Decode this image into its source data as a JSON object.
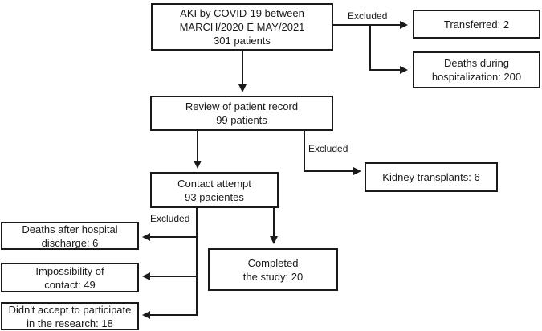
{
  "colors": {
    "line": "#1a1a1a",
    "text": "#1a1a1a",
    "box_background": "#ffffff"
  },
  "boxes": {
    "initial": {
      "lines": [
        "AKI by COVID-19 between",
        "MARCH/2020 E MAY/2021",
        "301 patients"
      ]
    },
    "transferred": {
      "lines": [
        "Transferred: 2"
      ]
    },
    "deaths_hospitalization": {
      "lines": [
        "Deaths during",
        "hospitalization: 200"
      ]
    },
    "review": {
      "lines": [
        "Review of patient record",
        "99 patients"
      ]
    },
    "kidney_transplants": {
      "lines": [
        "Kidney transplants: 6"
      ]
    },
    "contact_attempt": {
      "lines": [
        "Contact attempt",
        "93 pacientes"
      ]
    },
    "deaths_discharge": {
      "lines": [
        "Deaths after hospital",
        "discharge: 6"
      ]
    },
    "impossibility_contact": {
      "lines": [
        "Impossibility of",
        "contact: 49"
      ]
    },
    "didnt_accept": {
      "lines": [
        "Didn't accept to participate",
        "in the research: 18"
      ]
    },
    "completed": {
      "lines": [
        "Completed",
        "the study: 20"
      ]
    }
  },
  "labels": {
    "excluded_transferred": "Excluded",
    "excluded_kidney": "Excluded",
    "excluded_discharge": "Excluded"
  }
}
